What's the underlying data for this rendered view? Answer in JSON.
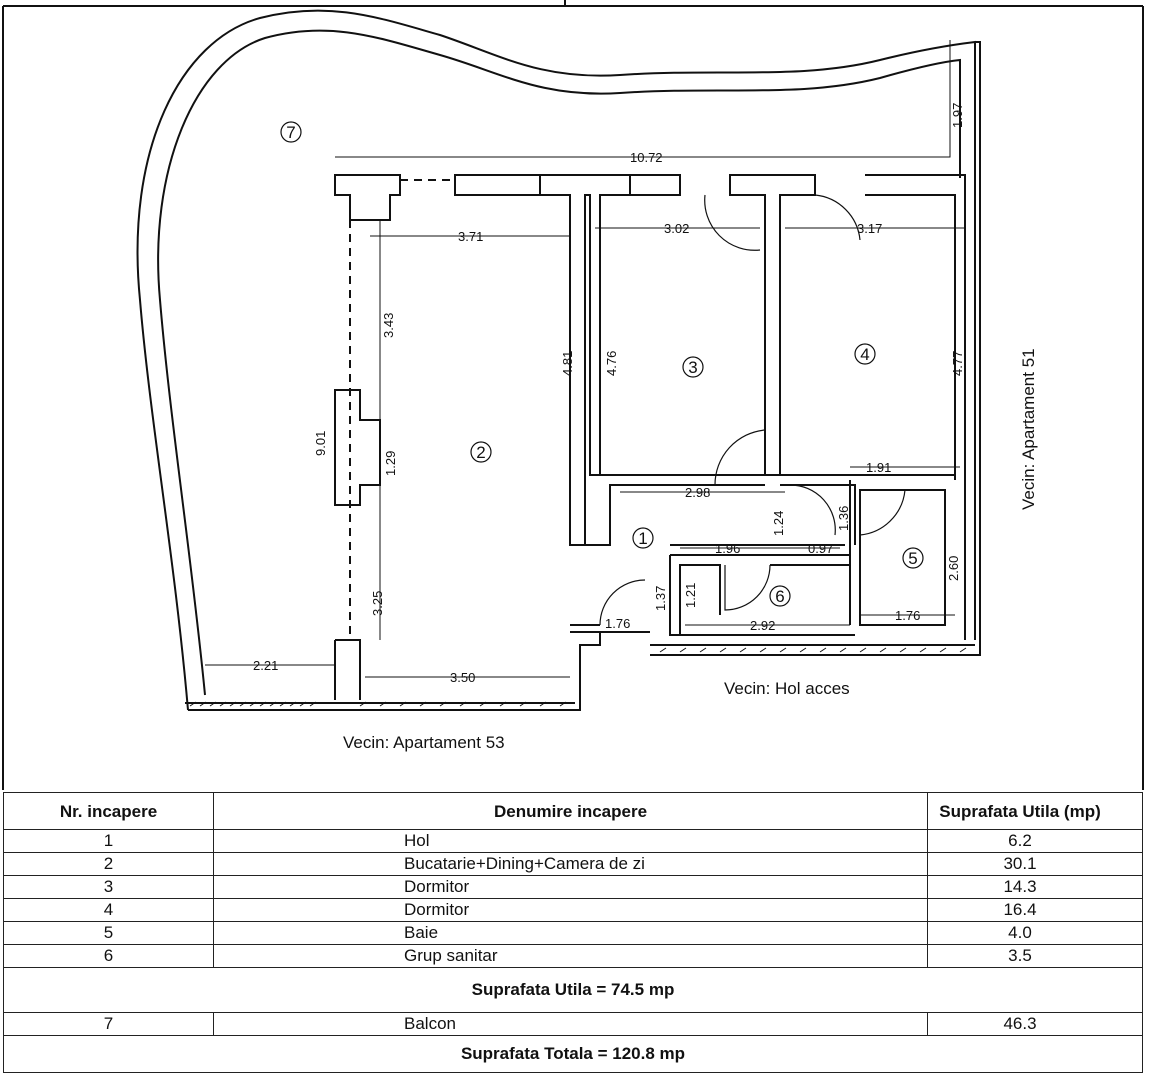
{
  "plan": {
    "rooms": [
      "1",
      "2",
      "3",
      "4",
      "5",
      "6",
      "7"
    ],
    "dimensions": [
      "10.72",
      "1.97",
      "3.71",
      "3.02",
      "3.17",
      "3.43",
      "4.81",
      "4.76",
      "4.77",
      "9.01",
      "1.29",
      "2.98",
      "1.91",
      "1.24",
      "1.36",
      "1.96",
      "0.97",
      "2.60",
      "3.25",
      "1.37",
      "1.21",
      "1.76",
      "2.92",
      "1.76",
      "2.21",
      "3.50"
    ],
    "neighbors": {
      "right": "Vecin: Apartament 51",
      "bottom_right": "Vecin: Hol acces",
      "bottom_left": "Vecin: Apartament 53"
    }
  },
  "table": {
    "headers": {
      "nr": "Nr. incapere",
      "name": "Denumire incapere",
      "area": "Suprafata Utila (mp)"
    },
    "rows": [
      {
        "nr": "1",
        "name": "Hol",
        "area": "6.2"
      },
      {
        "nr": "2",
        "name": "Bucatarie+Dining+Camera de zi",
        "area": "30.1"
      },
      {
        "nr": "3",
        "name": "Dormitor",
        "area": "14.3"
      },
      {
        "nr": "4",
        "name": "Dormitor",
        "area": "16.4"
      },
      {
        "nr": "5",
        "name": "Baie",
        "area": "4.0"
      },
      {
        "nr": "6",
        "name": "Grup sanitar",
        "area": "3.5"
      }
    ],
    "subtotal": "Suprafata Utila = 74.5 mp",
    "balcony": {
      "nr": "7",
      "name": "Balcon",
      "area": "46.3"
    },
    "total": "Suprafata Totala = 120.8 mp"
  }
}
